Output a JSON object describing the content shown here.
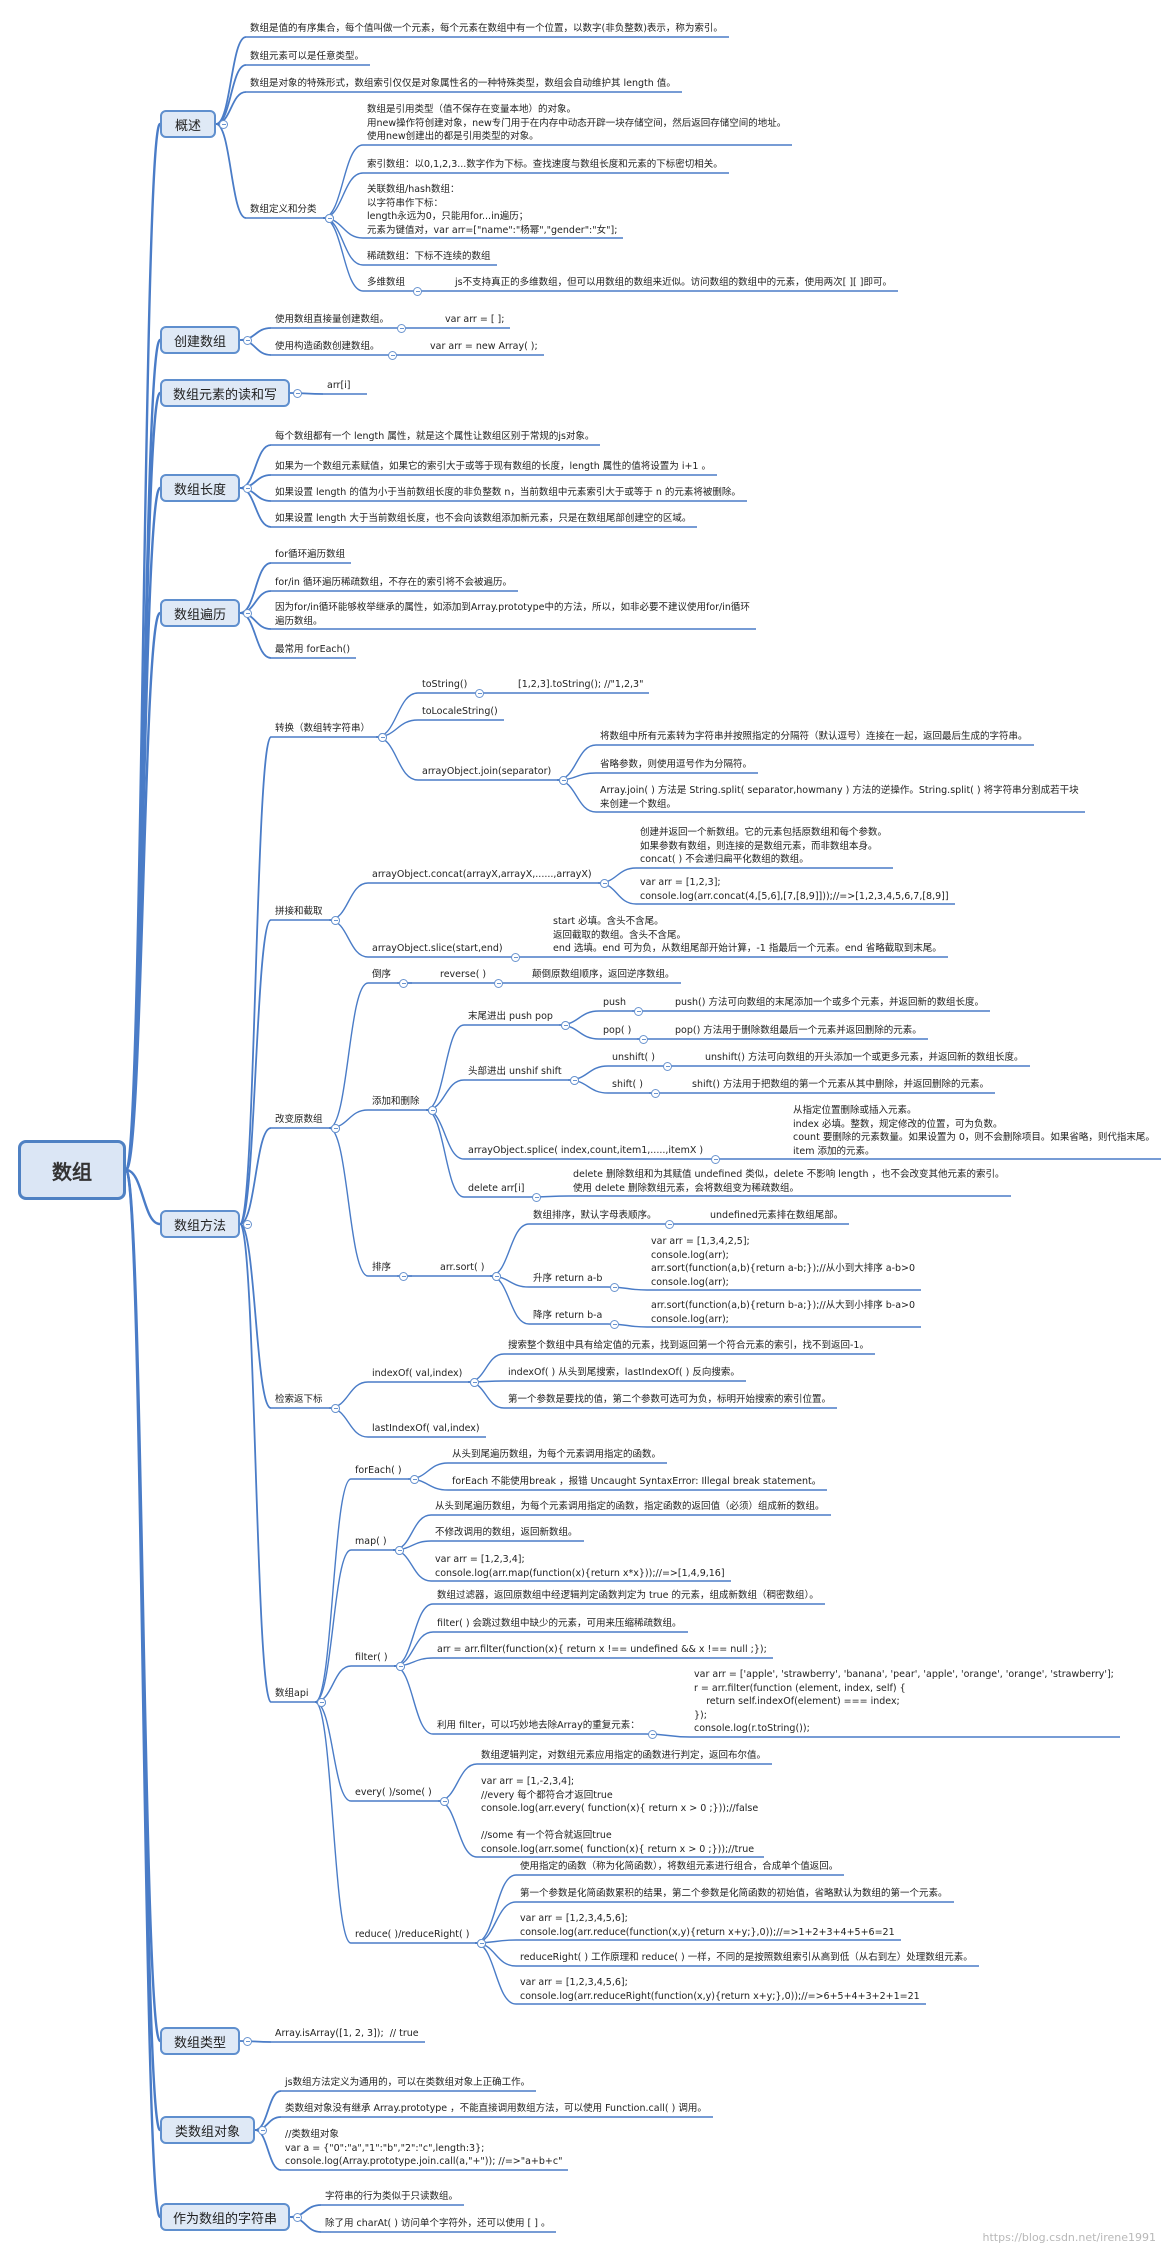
{
  "root": "数组",
  "sections": [
    {
      "key": "overview",
      "label": "概述"
    },
    {
      "key": "create",
      "label": "创建数组"
    },
    {
      "key": "rw",
      "label": "数组元素的读和写"
    },
    {
      "key": "length",
      "label": "数组长度"
    },
    {
      "key": "iterate",
      "label": "数组遍历"
    },
    {
      "key": "methods",
      "label": "数组方法"
    },
    {
      "key": "type",
      "label": "数组类型"
    },
    {
      "key": "arraylike",
      "label": "类数组对象"
    },
    {
      "key": "string",
      "label": "作为数组的字符串"
    }
  ],
  "nodes": {
    "ov1": "数组是值的有序集合，每个值叫做一个元素，每个元素在数组中有一个位置，以数字(非负整数)表示，称为索引。",
    "ov2": "数组元素可以是任意类型。",
    "ov3": "数组是对象的特殊形式，数组索引仅仅是对象属性名的一种特殊类型，数组会自动维护其 length 值。",
    "ov4": "数组定义和分类",
    "ov4a": "数组是引用类型（值不保存在变量本地）的对象。\n用new操作符创建对象，new专门用于在内存中动态开辟一块存储空间，然后返回存储空间的地址。\n使用new创建出的都是引用类型的对象。",
    "ov4b": "索引数组：以0,1,2,3...数字作为下标。查找速度与数组长度和元素的下标密切相关。",
    "ov4c": "关联数组/hash数组：\n以字符串作下标：\nlength永远为0，只能用for...in遍历；\n元素为键值对，var arr=[\"name\":\"杨幂\",\"gender\":\"女\"];",
    "ov4d": "稀疏数组：下标不连续的数组",
    "ov4e": "多维数组",
    "ov4e1": "js不支持真正的多维数组，但可以用数组的数组来近似。访问数组的数组中的元素，使用两次[ ][ ]即可。",
    "cr1": "使用数组直接量创建数组。",
    "cr1a": "var arr = [ ];",
    "cr2": "使用构造函数创建数组。",
    "cr2a": "var arr = new Array( );",
    "rw1": "arr[i]",
    "len1": "每个数组都有一个 length 属性，就是这个属性让数组区别于常规的js对象。",
    "len2": "如果为一个数组元素赋值，如果它的索引大于或等于现有数组的长度，length 属性的值将设置为 i+1 。",
    "len3": "如果设置 length 的值为小于当前数组长度的非负整数 n，当前数组中元素索引大于或等于 n 的元素将被删除。",
    "len4": "如果设置 length 大于当前数组长度，也不会向该数组添加新元素，只是在数组尾部创建空的区域。",
    "it1": "for循环遍历数组",
    "it2": "for/in 循环遍历稀疏数组，不存在的索引将不会被遍历。",
    "it3": "因为for/in循环能够枚举继承的属性，如添加到Array.prototype中的方法，所以，如非必要不建议使用for/in循环\n遍历数组。",
    "it4": "最常用 forEach()",
    "m1": "转换（数组转字符串）",
    "m1a": "toString()",
    "m1a1": "[1,2,3].toString(); //\"1,2,3\"",
    "m1b": "toLocaleString()",
    "m1c": "arrayObject.join(separator)",
    "m1c1": "将数组中所有元素转为字符串并按照指定的分隔符（默认逗号）连接在一起，返回最后生成的字符串。",
    "m1c2": "省略参数，则使用逗号作为分隔符。",
    "m1c3": "Array.join( ) 方法是 String.split( separator,howmany ) 方法的逆操作。String.split( ) 将字符串分割成若干块\n来创建一个数组。",
    "m2": "拼接和截取",
    "m2a": "arrayObject.concat(arrayX,arrayX,......,arrayX)",
    "m2a1": "创建并返回一个新数组。它的元素包括原数组和每个参数。\n如果参数有数组，则连接的是数组元素，而非数组本身。\nconcat( ) 不会递归扁平化数组的数组。",
    "m2a2": "var arr = [1,2,3];\nconsole.log(arr.concat(4,[5,6],[7,[8,9]]));//=>[1,2,3,4,5,6,7,[8,9]]",
    "m2b": "arrayObject.slice(start,end)",
    "m2b1": "start 必填。含头不含尾。\n返回截取的数组。含头不含尾。\nend 选填。end 可为负，从数组尾部开始计算，-1 指最后一个元素。end 省略截取到末尾。",
    "m3": "改变原数组",
    "m3a": "倒序",
    "m3a1": "reverse( )",
    "m3a2": "颠倒原数组顺序，返回逆序数组。",
    "m3b": "添加和删除",
    "m3b1": "末尾进出 push pop",
    "m3b1a": "push",
    "m3b1a1": "push() 方法可向数组的末尾添加一个或多个元素，并返回新的数组长度。",
    "m3b1b": "pop( )",
    "m3b1b1": "pop() 方法用于删除数组最后一个元素并返回删除的元素。",
    "m3b2": "头部进出 unshif shift",
    "m3b2a": "unshift( )",
    "m3b2a1": "unshift() 方法可向数组的开头添加一个或更多元素，并返回新的数组长度。",
    "m3b2b": "shift( )",
    "m3b2b1": "shift() 方法用于把数组的第一个元素从其中删除，并返回删除的元素。",
    "m3b3": "arrayObject.splice( index,count,item1,.....,itemX )",
    "m3b3a": "从指定位置删除或插入元素。\nindex 必填。整数，规定修改的位置，可为负数。\ncount 要删除的元素数量。如果设置为 0，则不会删除项目。如果省略，则代指末尾。\nitem 添加的元素。",
    "m3b4": "delete arr[i]",
    "m3b4a": "delete 删除数组和为其赋值 undefined 类似，delete 不影响 length ，也不会改变其他元素的索引。\n使用 delete 删除数组元素，会将数组变为稀疏数组。",
    "m3c": "排序",
    "m3c1": "arr.sort( )",
    "m3c1a": "数组排序，默认字母表顺序。",
    "m3c1a1": "undefined元素排在数组尾部。",
    "m3c1b": "升序 return a-b",
    "m3c1b1": "var arr = [1,3,4,2,5];\nconsole.log(arr);\narr.sort(function(a,b){return a-b;});//从小到大排序 a-b>0\nconsole.log(arr);",
    "m3c1c": "降序 return b-a",
    "m3c1c1": "arr.sort(function(a,b){return b-a;});//从大到小排序 b-a>0\nconsole.log(arr);",
    "m4": "检索返下标",
    "m4a": "indexOf( val,index)",
    "m4a1": "搜索整个数组中具有给定值的元素，找到返回第一个符合元素的索引，找不到返回-1。",
    "m4a2": "indexOf( ) 从头到尾搜索，lastIndexOf( ) 反向搜索。",
    "m4a3": "第一个参数是要找的值，第二个参数可选可为负，标明开始搜索的索引位置。",
    "m4b": "lastIndexOf( val,index)",
    "m5": "数组api",
    "m5a": "forEach( )",
    "m5a1": "从头到尾遍历数组，为每个元素调用指定的函数。",
    "m5a2": "forEach 不能使用break ，报错 Uncaught SyntaxError: Illegal break statement。",
    "m5b": "map( )",
    "m5b1": "从头到尾遍历数组，为每个元素调用指定的函数，指定函数的返回值（必须）组成新的数组。",
    "m5b2": "不修改调用的数组，返回新数组。",
    "m5b3": "var arr = [1,2,3,4];\nconsole.log(arr.map(function(x){return x*x}));//=>[1,4,9,16]",
    "m5c": "filter( )",
    "m5c1": "数组过滤器，返回原数组中经逻辑判定函数判定为 true 的元素，组成新数组（稠密数组）。",
    "m5c2": "filter( ) 会跳过数组中缺少的元素，可用来压缩稀疏数组。",
    "m5c3": "arr = arr.filter(function(x){ return x !== undefined && x !== null ;});",
    "m5c4": "利用 filter，可以巧妙地去除Array的重复元素：",
    "m5c4a": "var arr = ['apple', 'strawberry', 'banana', 'pear', 'apple', 'orange', 'orange', 'strawberry'];\nr = arr.filter(function (element, index, self) {\n    return self.indexOf(element) === index;\n});\nconsole.log(r.toString());",
    "m5d": "every( )/some( )",
    "m5d1": "数组逻辑判定，对数组元素应用指定的函数进行判定，返回布尔值。",
    "m5d2": "var arr = [1,-2,3,4];\n//every 每个都符合才返回true\nconsole.log(arr.every( function(x){ return x > 0 ;}));//false\n\n//some 有一个符合就返回true\nconsole.log(arr.some( function(x){ return x > 0 ;}));//true",
    "m5e": "reduce( )/reduceRight( )",
    "m5e1": "使用指定的函数（称为化简函数），将数组元素进行组合，合成单个值返回。",
    "m5e2": "第一个参数是化简函数累积的结果，第二个参数是化简函数的初始值，省略默认为数组的第一个元素。",
    "m5e3": "var arr = [1,2,3,4,5,6];\nconsole.log(arr.reduce(function(x,y){return x+y;},0));//=>1+2+3+4+5+6=21",
    "m5e4": "reduceRight( ) 工作原理和 reduce( ) 一样，不同的是按照数组索引从高到低（从右到左）处理数组元素。",
    "m5e5": "var arr = [1,2,3,4,5,6];\nconsole.log(arr.reduceRight(function(x,y){return x+y;},0));//=>6+5+4+3+2+1=21",
    "ty1": "Array.isArray([1, 2, 3]);  // true",
    "al1": "js数组方法定义为通用的，可以在类数组对象上正确工作。",
    "al2": "类数组对象没有继承 Array.prototype ，不能直接调用数组方法，可以使用 Function.call( ) 调用。",
    "al3": "//类数组对象\nvar a = {\"0\":\"a\",\"1\":\"b\",\"2\":\"c\",length:3};\nconsole.log(Array.prototype.join.call(a,\"+\")); //=>\"a+b+c\"",
    "st1": "字符串的行为类似于只读数组。",
    "st2": "除了用 charAt( ) 访问单个字符外，还可以使用 [ ] 。"
  },
  "watermark": "https://blog.csdn.net/irene1991",
  "colors": {
    "line": "#4a7cc7",
    "box_fill": "#dfe9f6",
    "box_border": "#5f8fce"
  }
}
